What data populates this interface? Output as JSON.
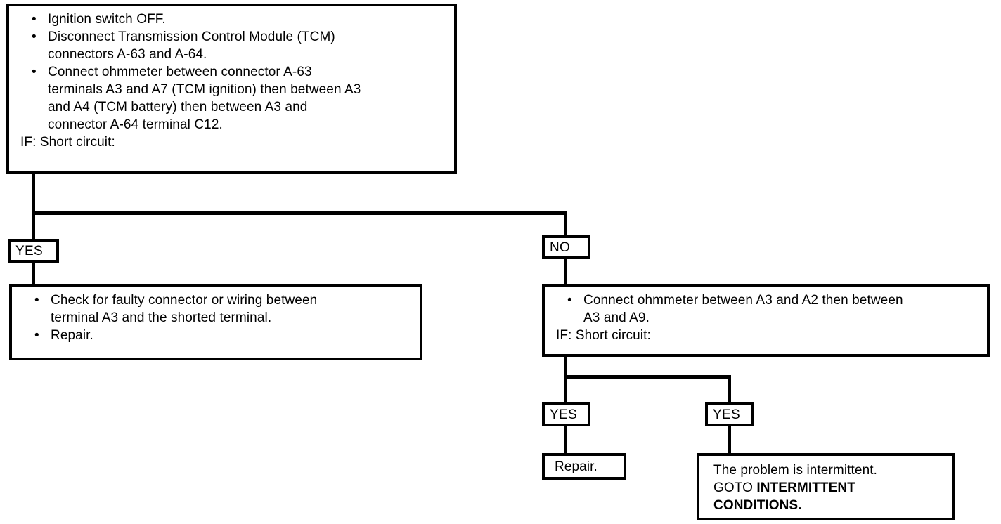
{
  "diagram": {
    "title": "TCM short circuit diagnostic flowchart",
    "ink_color": "#000000",
    "background_color": "#ffffff"
  },
  "nodes": {
    "start_box": {
      "name": "start-step-box",
      "lines": [
        {
          "kind": "bullet",
          "text": "Ignition switch OFF."
        },
        {
          "kind": "bullet",
          "text": "Disconnect Transmission Control Module (TCM)"
        },
        {
          "kind": "cont",
          "text": "connectors A-63 and A-64."
        },
        {
          "kind": "bullet",
          "text": "Connect ohmmeter between connector A-63"
        },
        {
          "kind": "cont",
          "text": "terminals A3 and A7 (TCM ignition) then between A3"
        },
        {
          "kind": "cont",
          "text": "and A4 (TCM battery) then between A3 and"
        },
        {
          "kind": "cont",
          "text": "connector A-64 terminal C12."
        },
        {
          "kind": "plain",
          "text": "IF:  Short circuit:"
        }
      ]
    },
    "yes_left_chip": {
      "label": "YES"
    },
    "no_chip": {
      "label": "NO"
    },
    "left_result_box": {
      "name": "check-and-repair-box",
      "lines": [
        {
          "kind": "bullet",
          "text": "Check for faulty connector or wiring between"
        },
        {
          "kind": "cont",
          "text": "terminal A3 and the shorted terminal."
        },
        {
          "kind": "bullet",
          "text": "Repair."
        }
      ]
    },
    "right_step_box": {
      "name": "second-ohmmeter-step-box",
      "lines": [
        {
          "kind": "bullet",
          "text": "Connect ohmmeter between A3 and A2 then between"
        },
        {
          "kind": "cont",
          "text": "A3 and A9."
        },
        {
          "kind": "plain",
          "text": "IF:  Short circuit:"
        }
      ]
    },
    "yes_repair_chip": {
      "label": "YES"
    },
    "yes_intermittent_chip": {
      "label": "YES"
    },
    "repair_box": {
      "name": "repair-box",
      "lines": [
        {
          "kind": "plain",
          "text": "Repair."
        }
      ]
    },
    "intermittent_box": {
      "name": "intermittent-conditions-box",
      "lines": [
        {
          "kind": "plain",
          "text": "The problem is intermittent.",
          "bold": false
        },
        {
          "kind": "plain",
          "text": "GOTO ",
          "bold": false,
          "bold_tail": "INTERMITTENT"
        },
        {
          "kind": "plain",
          "text": "CONDITIONS.",
          "bold": true
        }
      ],
      "line1": "The problem is intermittent.",
      "line2_prefix": "GOTO ",
      "line2_bold": "INTERMITTENT",
      "line3_bold": "CONDITIONS."
    }
  }
}
